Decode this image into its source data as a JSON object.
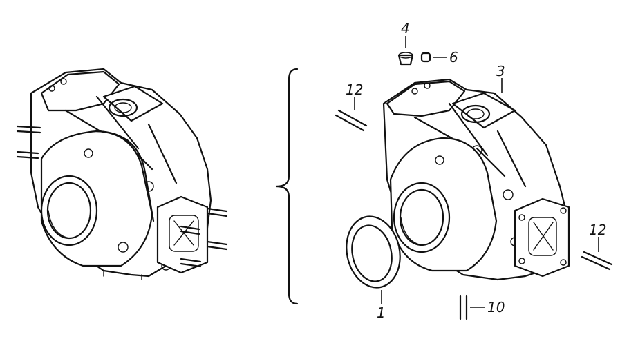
{
  "callouts": {
    "c1": "1",
    "c3": "3",
    "c4": "4",
    "c6": "6",
    "c10": "10",
    "c12a": "12",
    "c12b": "12"
  }
}
